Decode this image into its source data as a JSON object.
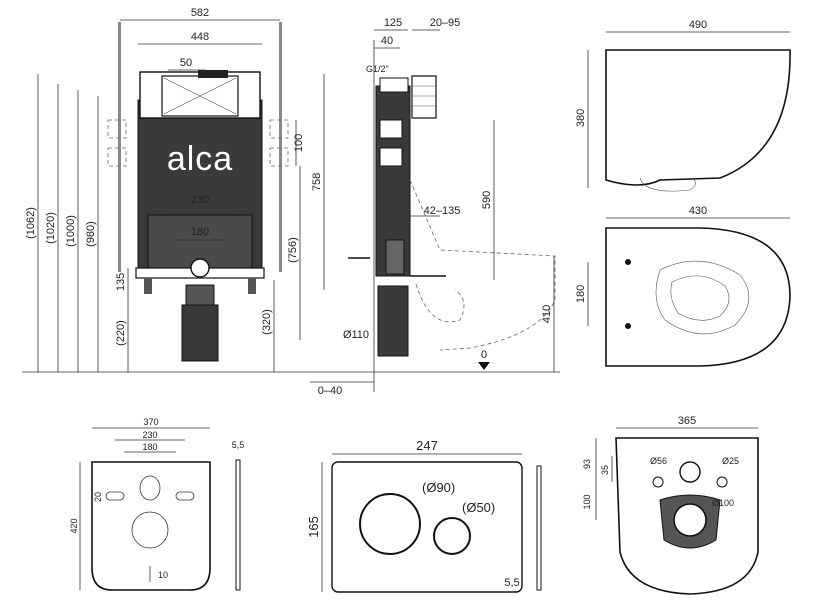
{
  "brand": {
    "logo_text": "alca"
  },
  "front_view": {
    "width_total": "582",
    "width_inner": "448",
    "width_50": "50",
    "width_230": "230",
    "width_180": "180",
    "h_1062": "(1062)",
    "h_1020": "(1020)",
    "h_1000": "(1000)",
    "h_980": "(980)",
    "h_220": "(220)",
    "h_135": "135",
    "h_100": "100",
    "h_758": "758",
    "h_756": "(756)",
    "h_320": "(320)"
  },
  "side_view": {
    "d_125": "125",
    "d_20_95": "20–95",
    "d_40": "40",
    "thread": "G1/2\"",
    "d_590": "590",
    "d_42_135": "42–135",
    "d_410": "410",
    "d_110": "Ø110",
    "d_0": "0",
    "d_0_40": "0–40"
  },
  "toilet_side": {
    "w_490": "490",
    "h_380": "380"
  },
  "toilet_top": {
    "w_430": "430",
    "d_180": "180"
  },
  "gasket": {
    "w_370": "370",
    "w_230": "230",
    "w_180": "180",
    "h_420": "420",
    "d_20": "20",
    "d_10": "10",
    "t_5_5": "5,5"
  },
  "flush_plate": {
    "w_247": "247",
    "h_165": "165",
    "d_90": "(Ø90)",
    "d_50": "(Ø50)",
    "t_5_5": "5,5"
  },
  "toilet_rear": {
    "w_365": "365",
    "h_93": "93",
    "h_35": "35",
    "h_100": "100",
    "d_56": "Ø56",
    "d_25": "Ø25",
    "d_100": "Ø100"
  }
}
